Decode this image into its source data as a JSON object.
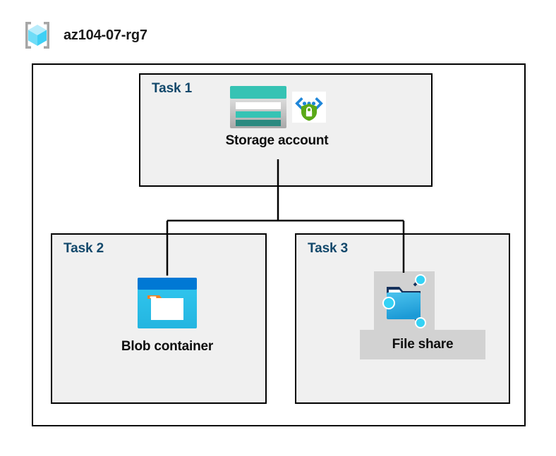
{
  "resource_group": {
    "icon": "azure-resource-group-icon",
    "name": "az104-07-rg7"
  },
  "diagram": {
    "type": "hierarchy",
    "root": "Storage account",
    "children": [
      "Blob container",
      "File share"
    ]
  },
  "tasks": [
    {
      "id": "task1",
      "label": "Task 1",
      "node": {
        "caption": "Storage account",
        "icons": [
          "storage-account-icon",
          "private-link-secure-endpoint-icon"
        ]
      }
    },
    {
      "id": "task2",
      "label": "Task 2",
      "node": {
        "caption": "Blob container",
        "icons": [
          "blob-container-icon"
        ]
      }
    },
    {
      "id": "task3",
      "label": "Task 3",
      "node": {
        "caption": "File share",
        "icons": [
          "file-share-icon"
        ],
        "selected": true
      }
    }
  ],
  "colors": {
    "task_label": "#12486b",
    "caption": "#0d0d0d",
    "box_border": "#000000",
    "box_fill": "#f0f0f0",
    "canvas": "#ffffff",
    "storage_teal": "#36c3b4",
    "storage_teal_dark": "#2b8a80",
    "blob_blue": "#0078d4",
    "blob_cyan": "#32c8f0",
    "blob_orange": "#f58220",
    "fileshare_blue": "#32b0e7",
    "fileshare_node": "#34d2f5",
    "shield_green": "#5aa917",
    "rg_cube": "#9ae6fb",
    "selection_gray": "#d2d2d2"
  }
}
